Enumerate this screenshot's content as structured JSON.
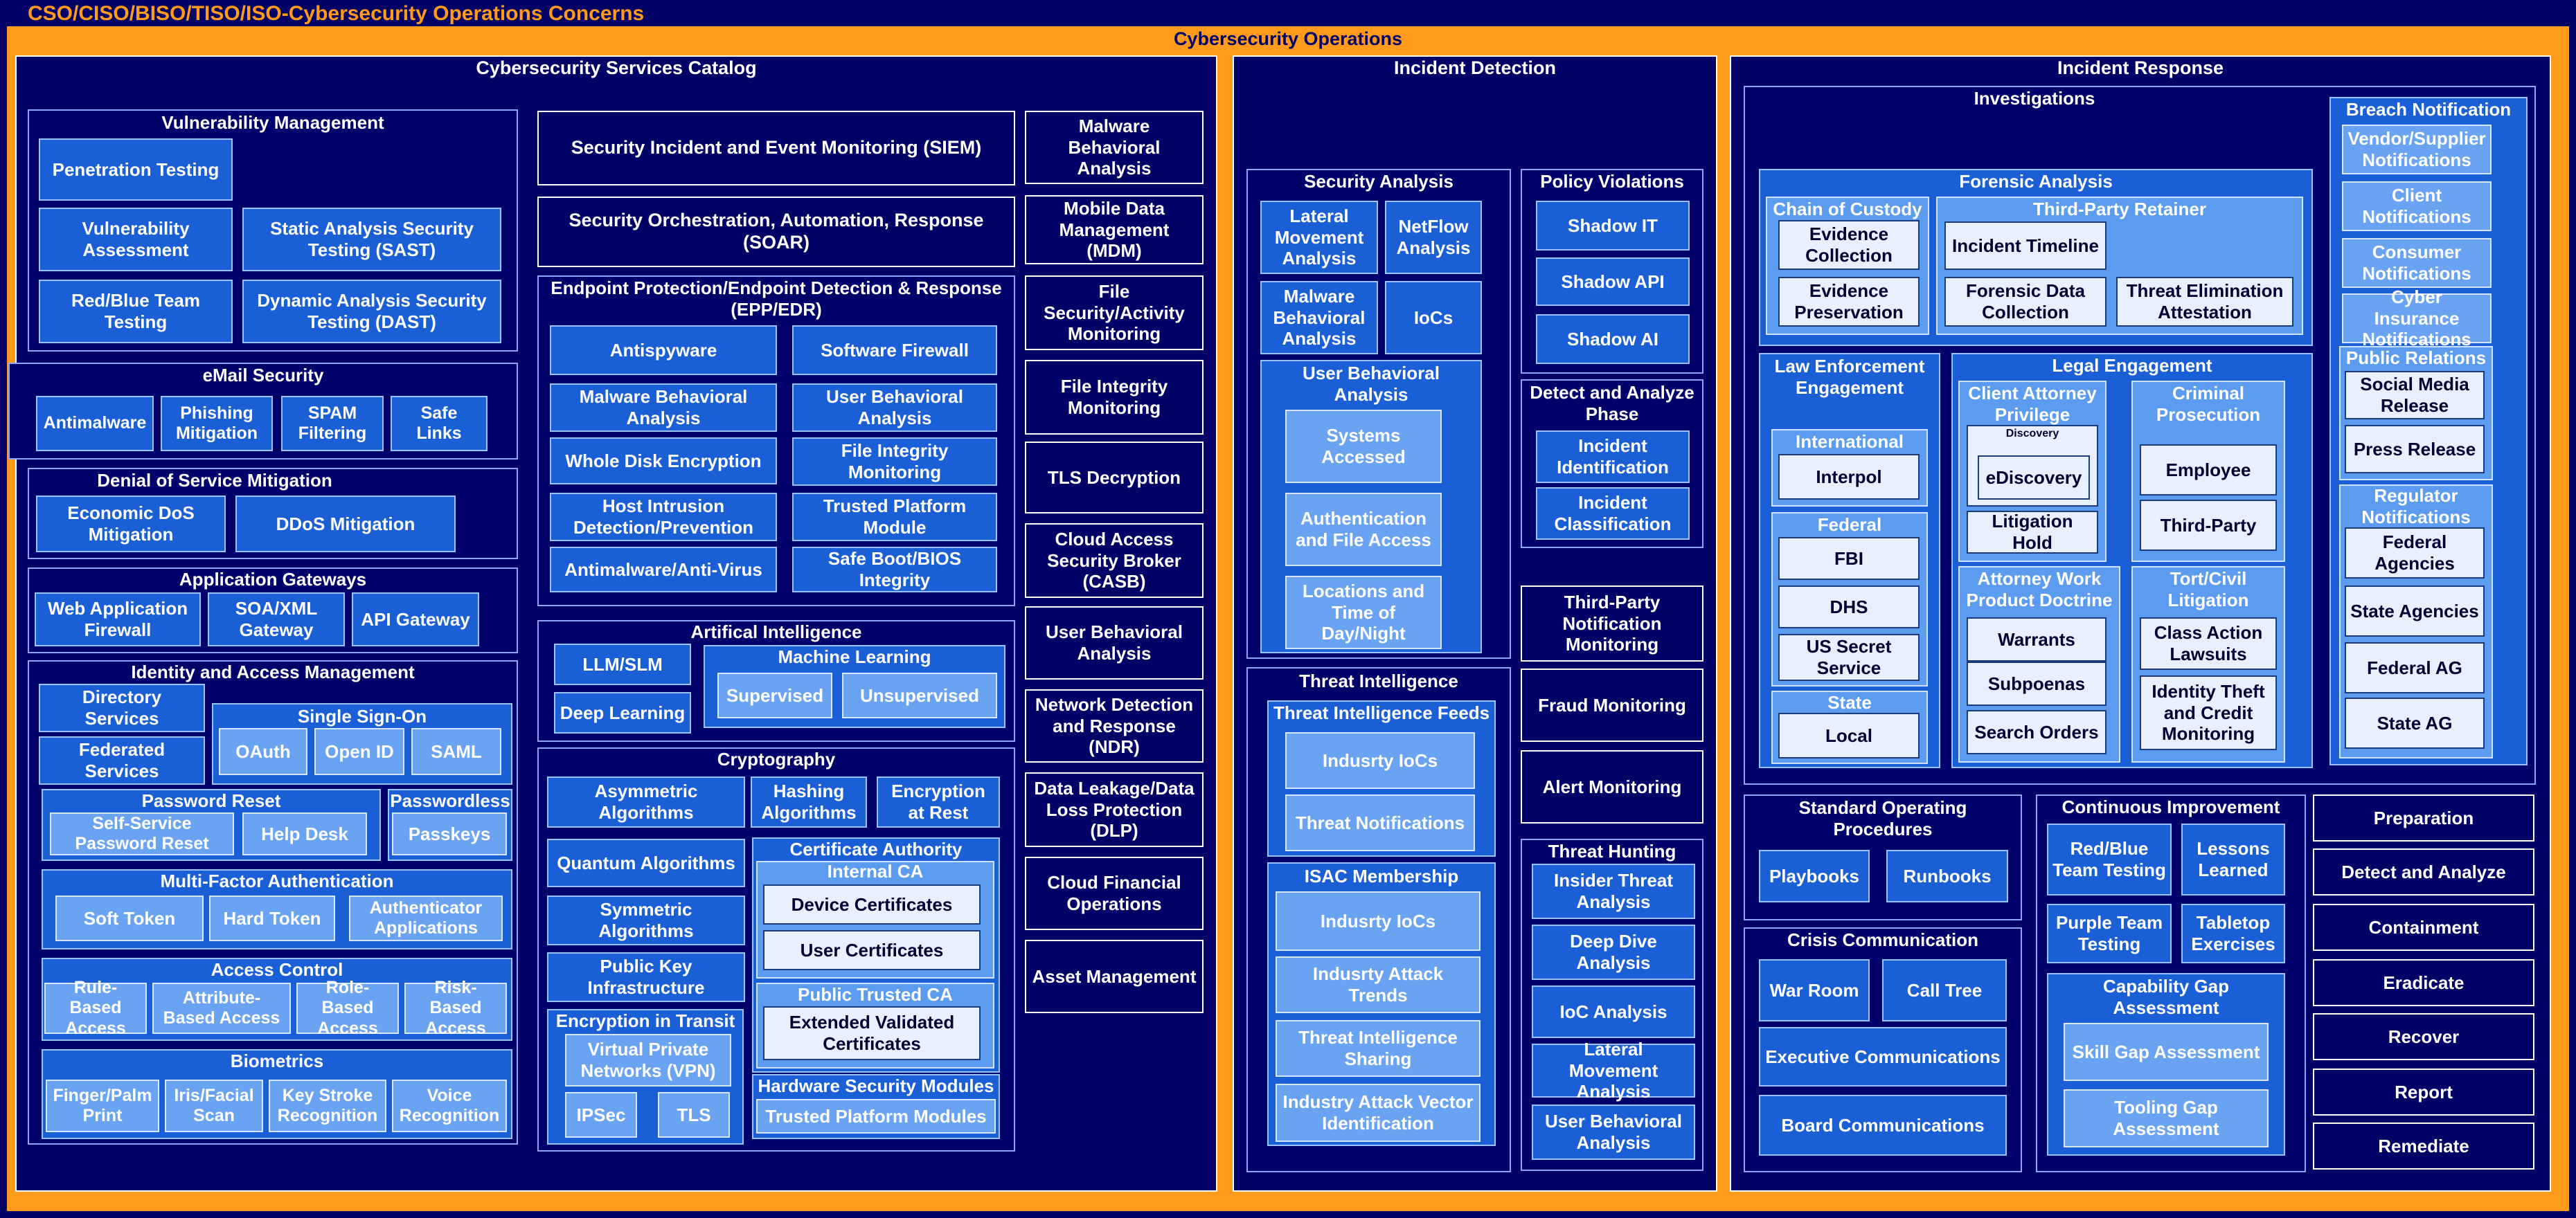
{
  "title": "CSO/CISO/BISO/TISO/ISO-Cybersecurity Operations Concerns",
  "ops_title": "Cybersecurity Operations",
  "catalog": {
    "title": "Cybersecurity Services Catalog",
    "vuln": {
      "title": "Vulnerability Management",
      "items": [
        "Penetration Testing",
        "Vulnerability Assessment",
        "Static Analysis Security Testing (SAST)",
        "Red/Blue Team Testing",
        "Dynamic Analysis Security Testing (DAST)"
      ]
    },
    "email": {
      "title": "eMail Security",
      "items": [
        "Antimalware",
        "Phishing Mitigation",
        "SPAM Filtering",
        "Safe Links"
      ]
    },
    "dos": {
      "title": "Denial of Service Mitigation",
      "items": [
        "Economic DoS Mitigation",
        "DDoS Mitigation"
      ]
    },
    "appgw": {
      "title": "Application Gateways",
      "items": [
        "Web Application Firewall",
        "SOA/XML Gateway",
        "API Gateway"
      ]
    },
    "iam": {
      "title": "Identity and Access Management",
      "dir": "Directory Services",
      "fed": "Federated Services",
      "sso": {
        "title": "Single Sign-On",
        "items": [
          "OAuth",
          "Open ID",
          "SAML"
        ]
      },
      "pwreset": {
        "title": "Password Reset",
        "items": [
          "Self-Service Password Reset",
          "Help Desk"
        ]
      },
      "pwless": {
        "title": "Passwordless",
        "items": [
          "Passkeys"
        ]
      },
      "mfa": {
        "title": "Multi-Factor Authentication",
        "items": [
          "Soft Token",
          "Hard Token",
          "Authenticator Applications"
        ]
      },
      "access": {
        "title": "Access Control",
        "items": [
          "Rule-Based Access",
          "Attribute-Based Access",
          "Role-Based Access",
          "Risk-Based Access"
        ]
      },
      "bio": {
        "title": "Biometrics",
        "items": [
          "Finger/Palm Print",
          "Iris/Facial Scan",
          "Key Stroke Recognition",
          "Voice Recognition"
        ]
      }
    },
    "siem": "Security Incident and Event Monitoring (SIEM)",
    "soar": "Security Orchestration, Automation, Response (SOAR)",
    "epp": {
      "title": "Endpoint Protection/Endpoint Detection & Response (EPP/EDR)",
      "items": [
        "Antispyware",
        "Software Firewall",
        "Malware Behavioral Analysis",
        "User Behavioral Analysis",
        "Whole Disk Encryption",
        "File Integrity Monitoring",
        "Host Intrusion Detection/Prevention",
        "Trusted Platform Module",
        "Antimalware/Anti-Virus",
        "Safe Boot/BIOS Integrity"
      ]
    },
    "ai": {
      "title": "Artifical Intelligence",
      "llm": "LLM/SLM",
      "dl": "Deep Learning",
      "ml": {
        "title": "Machine Learning",
        "items": [
          "Supervised",
          "Unsupervised"
        ]
      }
    },
    "crypto": {
      "title": "Cryptography",
      "asym": "Asymmetric Algorithms",
      "hash": "Hashing Algorithms",
      "rest": "Encryption at Rest",
      "quantum": "Quantum Algorithms",
      "sym": "Symmetric Algorithms",
      "pki": "Public Key Infrastructure",
      "ca": {
        "title": "Certificate Authority",
        "internal": {
          "title": "Internal CA",
          "items": [
            "Device Certificates",
            "User Certificates"
          ]
        },
        "public": {
          "title": "Public Trusted CA",
          "items": [
            "Extended Validated Certificates"
          ]
        }
      },
      "transit": {
        "title": "Encryption in Transit",
        "items": [
          "Virtual Private Networks (VPN)",
          "IPSec",
          "TLS"
        ]
      },
      "hsm": {
        "title": "Hardware Security Modules",
        "items": [
          "Trusted Platform Modules"
        ]
      }
    },
    "right": [
      "Malware Behavioral Analysis",
      "Mobile Data Management (MDM)",
      "File Security/Activity Monitoring",
      "File Integrity Monitoring",
      "TLS Decryption",
      "Cloud Access Security Broker (CASB)",
      "User Behavioral Analysis",
      "Network Detection and Response (NDR)",
      "Data Leakage/Data Loss Protection (DLP)",
      "Cloud Financial Operations",
      "Asset Management"
    ]
  },
  "detection": {
    "title": "Incident Detection",
    "sa": {
      "title": "Security Analysis",
      "items": [
        "Lateral Movement Analysis",
        "NetFlow Analysis",
        "Malware Behavioral Analysis",
        "IoCs"
      ],
      "uba": {
        "title": "User Behavioral Analysis",
        "items": [
          "Systems Accessed",
          "Authentication and File Access",
          "Locations and Time of Day/Night"
        ]
      }
    },
    "pv": {
      "title": "Policy Violations",
      "items": [
        "Shadow IT",
        "Shadow API",
        "Shadow AI"
      ]
    },
    "daa": {
      "title": "Detect and Analyze Phase",
      "items": [
        "Incident Identification",
        "Incident Classification"
      ]
    },
    "singles": [
      "Third-Party Notification Monitoring",
      "Fraud Monitoring",
      "Alert Monitoring"
    ],
    "ti": {
      "title": "Threat Intelligence",
      "feeds": {
        "title": "Threat Intelligence Feeds",
        "items": [
          "Indusrty IoCs",
          "Threat Notifications"
        ]
      },
      "isac": {
        "title": "ISAC Membership",
        "items": [
          "Indusrty IoCs",
          "Indusrty Attack Trends",
          "Threat Intelligence Sharing",
          "Industry Attack Vector Identification"
        ]
      }
    },
    "th": {
      "title": "Threat Hunting",
      "items": [
        "Insider Threat Analysis",
        "Deep Dive Analysis",
        "IoC Analysis",
        "Lateral Movement Analysis",
        "User Behavioral Analysis"
      ]
    }
  },
  "response": {
    "title": "Incident Response",
    "inv": {
      "title": "Investigations",
      "fa": {
        "title": "Forensic Analysis",
        "coc": {
          "title": "Chain of Custody",
          "items": [
            "Evidence Collection",
            "Evidence Preservation"
          ]
        },
        "tpr": {
          "title": "Third-Party Retainer",
          "items": [
            "Incident Timeline",
            "Forensic Data Collection",
            "Threat Elimination Attestation"
          ]
        }
      },
      "le": {
        "title": "Law Enforcement Engagement",
        "intl": {
          "title": "International",
          "items": [
            "Interpol"
          ]
        },
        "fed": {
          "title": "Federal",
          "items": [
            "FBI",
            "DHS",
            "US Secret Service"
          ]
        },
        "state": {
          "title": "State",
          "items": [
            "Local"
          ]
        }
      },
      "legal": {
        "title": "Legal Engagement",
        "cap": {
          "title": "Client Attorney Privilege",
          "discovery": "Discovery",
          "ediscovery": "eDiscovery",
          "hold": "Litigation Hold"
        },
        "cp": {
          "title": "Criminal Prosecution",
          "items": [
            "Employee",
            "Third-Party"
          ]
        },
        "awp": {
          "title": "Attorney Work Product Doctrine",
          "items": [
            "Warrants",
            "Subpoenas",
            "Search Orders"
          ]
        },
        "tort": {
          "title": "Tort/Civil Litigation",
          "items": [
            "Class Action Lawsuits",
            "Identity Theft and Credit Monitoring"
          ]
        }
      }
    },
    "bn": {
      "title": "Breach Notification",
      "items": [
        "Vendor/Supplier Notifications",
        "Client Notifications",
        "Consumer Notifications",
        "Cyber Insurance Notifications"
      ],
      "pr": {
        "title": "Public Relations",
        "items": [
          "Social Media Release",
          "Press Release"
        ]
      },
      "reg": {
        "title": "Regulator Notifications",
        "items": [
          "Federal Agencies",
          "State Agencies",
          "Federal AG",
          "State AG"
        ]
      }
    },
    "sop": {
      "title": "Standard Operating Procedures",
      "items": [
        "Playbooks",
        "Runbooks"
      ]
    },
    "cc": {
      "title": "Crisis Communication",
      "items": [
        "War Room",
        "Call Tree",
        "Executive Communications",
        "Board Communications"
      ]
    },
    "ci": {
      "title": "Continuous Improvement",
      "items": [
        "Red/Blue Team Testing",
        "Lessons Learned",
        "Purple Team Testing",
        "Tabletop Exercises"
      ],
      "cga": {
        "title": "Capability Gap Assessment",
        "items": [
          "Skill Gap Assessment",
          "Tooling Gap Assessment"
        ]
      }
    },
    "phases": [
      "Preparation",
      "Detect and Analyze",
      "Containment",
      "Eradicate",
      "Recover",
      "Report",
      "Remediate"
    ]
  }
}
